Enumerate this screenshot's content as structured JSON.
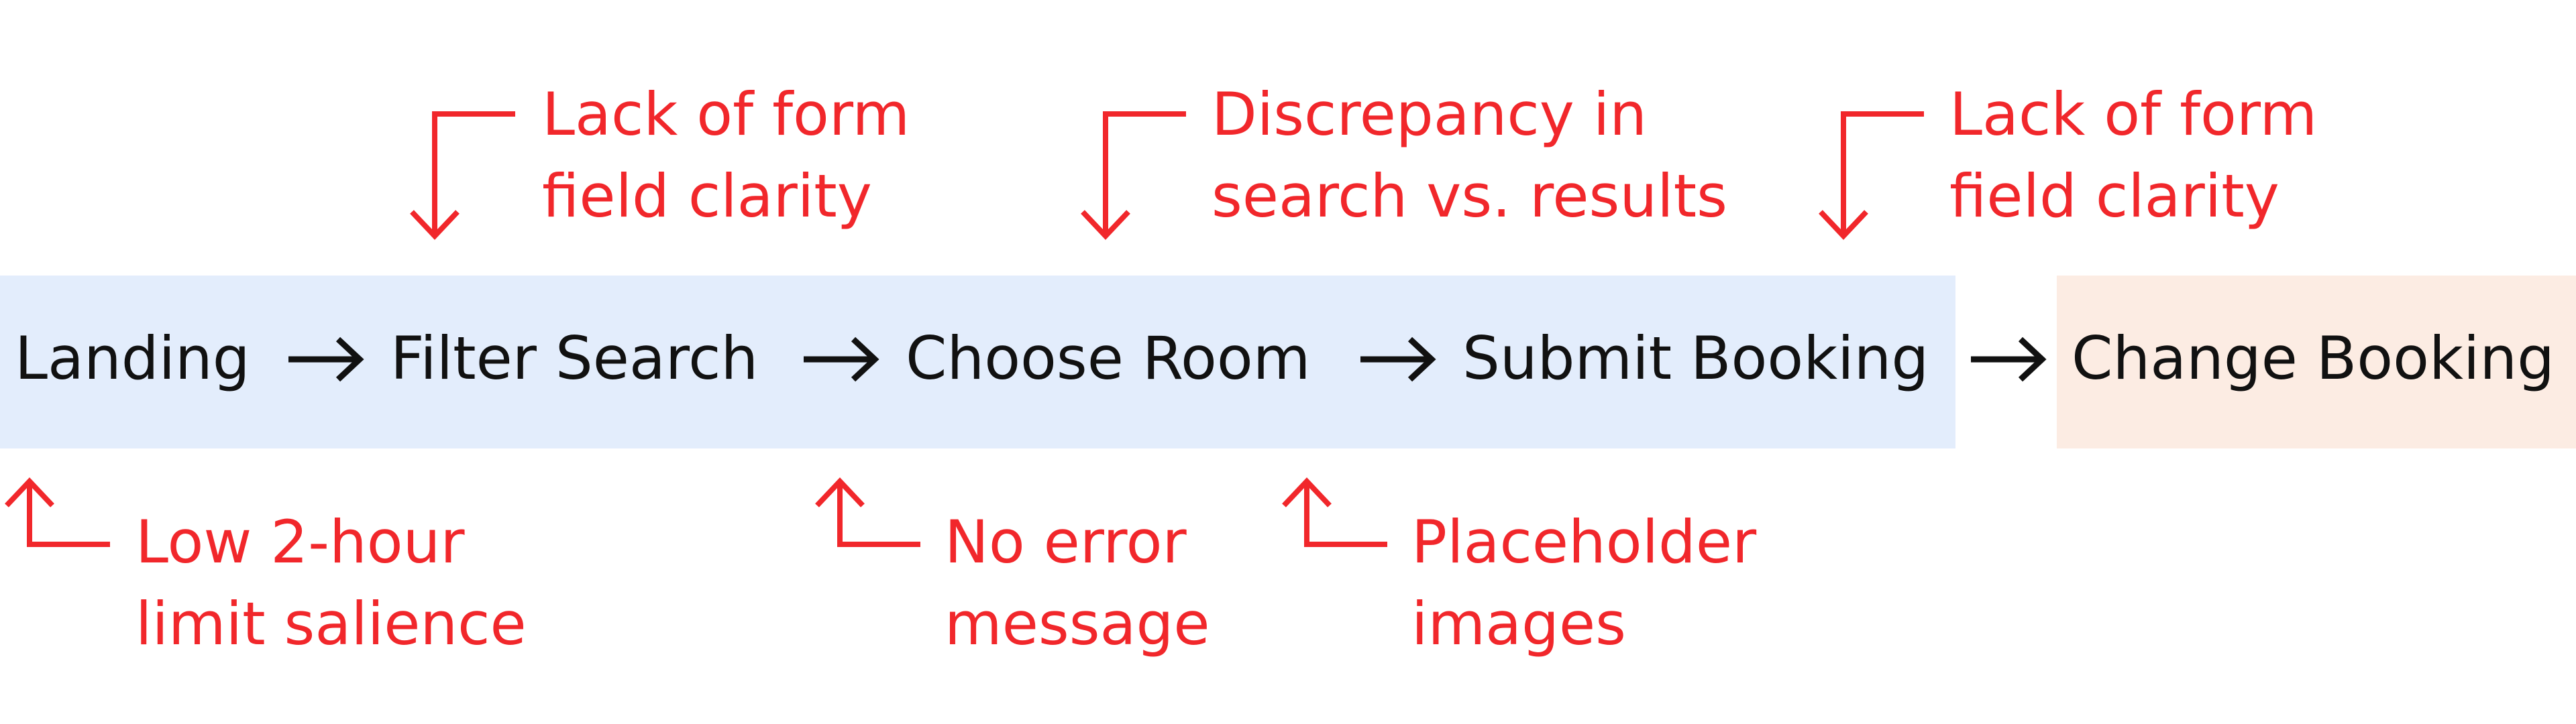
{
  "flow": {
    "steps": [
      {
        "label": "Landing"
      },
      {
        "label": "Filter Search"
      },
      {
        "label": "Choose Room"
      },
      {
        "label": "Submit Booking"
      },
      {
        "label": "Change Booking"
      }
    ],
    "arrow_glyph": "→"
  },
  "issues_above": [
    {
      "line1": "Lack of form",
      "line2": "field clarity",
      "icon": "down-callout-arrow"
    },
    {
      "line1": "Discrepancy in",
      "line2": "search vs. results",
      "icon": "down-callout-arrow"
    },
    {
      "line1": "Lack of form",
      "line2": "field clarity",
      "icon": "down-callout-arrow"
    }
  ],
  "issues_below": [
    {
      "line1": "Low 2-hour",
      "line2": "limit salience",
      "icon": "up-callout-arrow"
    },
    {
      "line1": "No error",
      "line2": "message",
      "icon": "up-callout-arrow"
    },
    {
      "line1": "Placeholder",
      "line2": "images",
      "icon": "up-callout-arrow"
    }
  ],
  "colors": {
    "main_band": "#e3edfc",
    "change_band": "#fcece3",
    "issue_text": "#f1272b",
    "step_text": "#111111"
  }
}
